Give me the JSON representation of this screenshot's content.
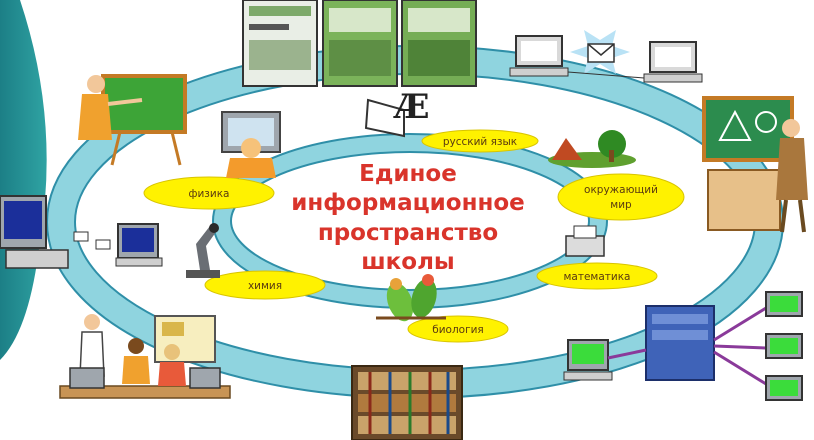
{
  "diagram": {
    "title_lines": [
      "Единое",
      "информационное",
      "пространство",
      "школы"
    ],
    "subjects": {
      "russian": "русский язык",
      "nature_line1": "окружающий",
      "nature_line2": "мир",
      "physics": "физика",
      "chemistry": "химия",
      "math": "математика",
      "biology": "биология"
    },
    "icons": {
      "teacher_board": "teacher-at-board-icon",
      "brochures": "brochure-stack-icon",
      "email_network": "email-network-icon",
      "teacher_geometry": "geometry-teacher-icon",
      "student_computer": "student-at-computer-icon",
      "dictionary": "dictionary-book-icon",
      "landscape": "nature-landscape-icon",
      "left_computers": "computers-mail-icon",
      "microscope": "microscope-icon",
      "printer": "printer-icon",
      "parrots": "parrots-icon",
      "classroom": "computer-class-icon",
      "bookshelf": "library-bookshelf-icon",
      "server_network": "server-network-icon"
    },
    "colors": {
      "ring": "#8fd4df",
      "ring_edge": "#2f8fa8",
      "bubble": "#fff200",
      "title": "#d9342b"
    }
  }
}
